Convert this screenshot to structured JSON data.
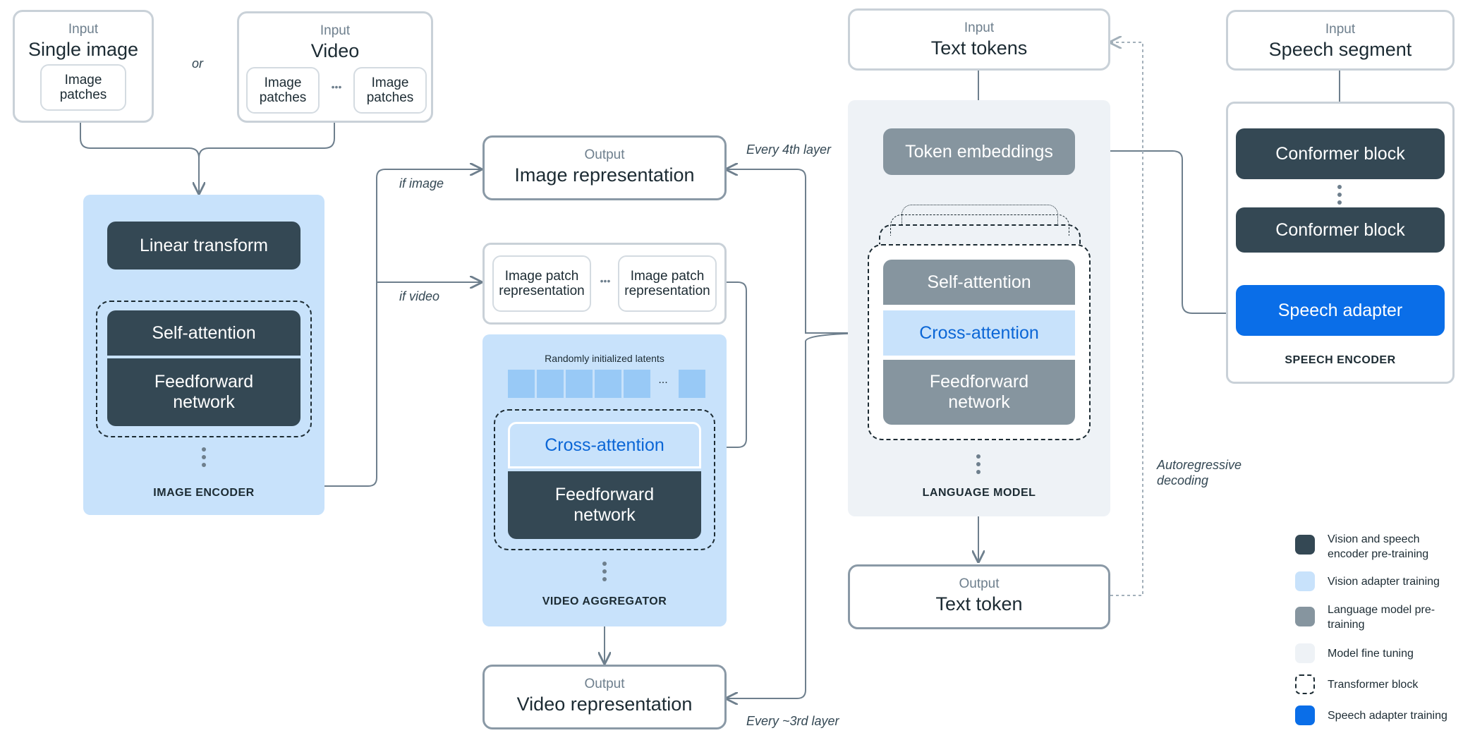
{
  "inputs": {
    "single_image": {
      "small": "Input",
      "big": "Single image",
      "patch": "Image patches"
    },
    "or_label": "or",
    "video": {
      "small": "Input",
      "big": "Video",
      "patch_left": "Image patches",
      "patch_right": "Image patches",
      "ellipsis": "•••"
    },
    "text_tokens": {
      "small": "Input",
      "big": "Text tokens"
    },
    "speech_segment": {
      "small": "Input",
      "big": "Speech segment"
    }
  },
  "image_encoder": {
    "linear": "Linear transform",
    "self_attention": "Self-attention",
    "feedforward": "Feedforward network",
    "label": "IMAGE ENCODER"
  },
  "branch_labels": {
    "if_image": "if image",
    "if_video": "if video"
  },
  "image_output": {
    "small": "Output",
    "big": "Image representation"
  },
  "patch_reps": {
    "left": "Image patch representation",
    "right": "Image patch representation",
    "ellipsis": "•••"
  },
  "video_aggregator": {
    "latents_label": "Randomly initialized latents",
    "latents_ellipsis": "...",
    "cross_attention": "Cross-attention",
    "feedforward": "Feedforward network",
    "label": "VIDEO AGGREGATOR"
  },
  "video_output": {
    "small": "Output",
    "big": "Video representation"
  },
  "every_4th": "Every 4th layer",
  "every_3rd": "Every ~3rd layer",
  "language_model": {
    "token_embeddings": "Token embeddings",
    "self_attention": "Self-attention",
    "cross_attention": "Cross-attention",
    "feedforward": "Feedforward network",
    "label": "LANGUAGE MODEL"
  },
  "autoregressive": "Autoregressive decoding",
  "text_output": {
    "small": "Output",
    "big": "Text token"
  },
  "speech_encoder": {
    "conformer_1": "Conformer block",
    "conformer_2": "Conformer block",
    "adapter": "Speech adapter",
    "label": "SPEECH ENCODER"
  },
  "legend": [
    {
      "label": "Vision and speech encoder pre-training",
      "color": "#344854",
      "style": "fill"
    },
    {
      "label": "Vision adapter training",
      "color": "#c8e2fb",
      "style": "fill"
    },
    {
      "label": "Language model pre-training",
      "color": "#86959f",
      "style": "fill"
    },
    {
      "label": "Model fine tuning",
      "color": "#eef2f6",
      "style": "fill"
    },
    {
      "label": "Transformer block",
      "color": "#1c2b33",
      "style": "dashed"
    },
    {
      "label": "Speech adapter training",
      "color": "#0a6ee8",
      "style": "fill"
    }
  ]
}
